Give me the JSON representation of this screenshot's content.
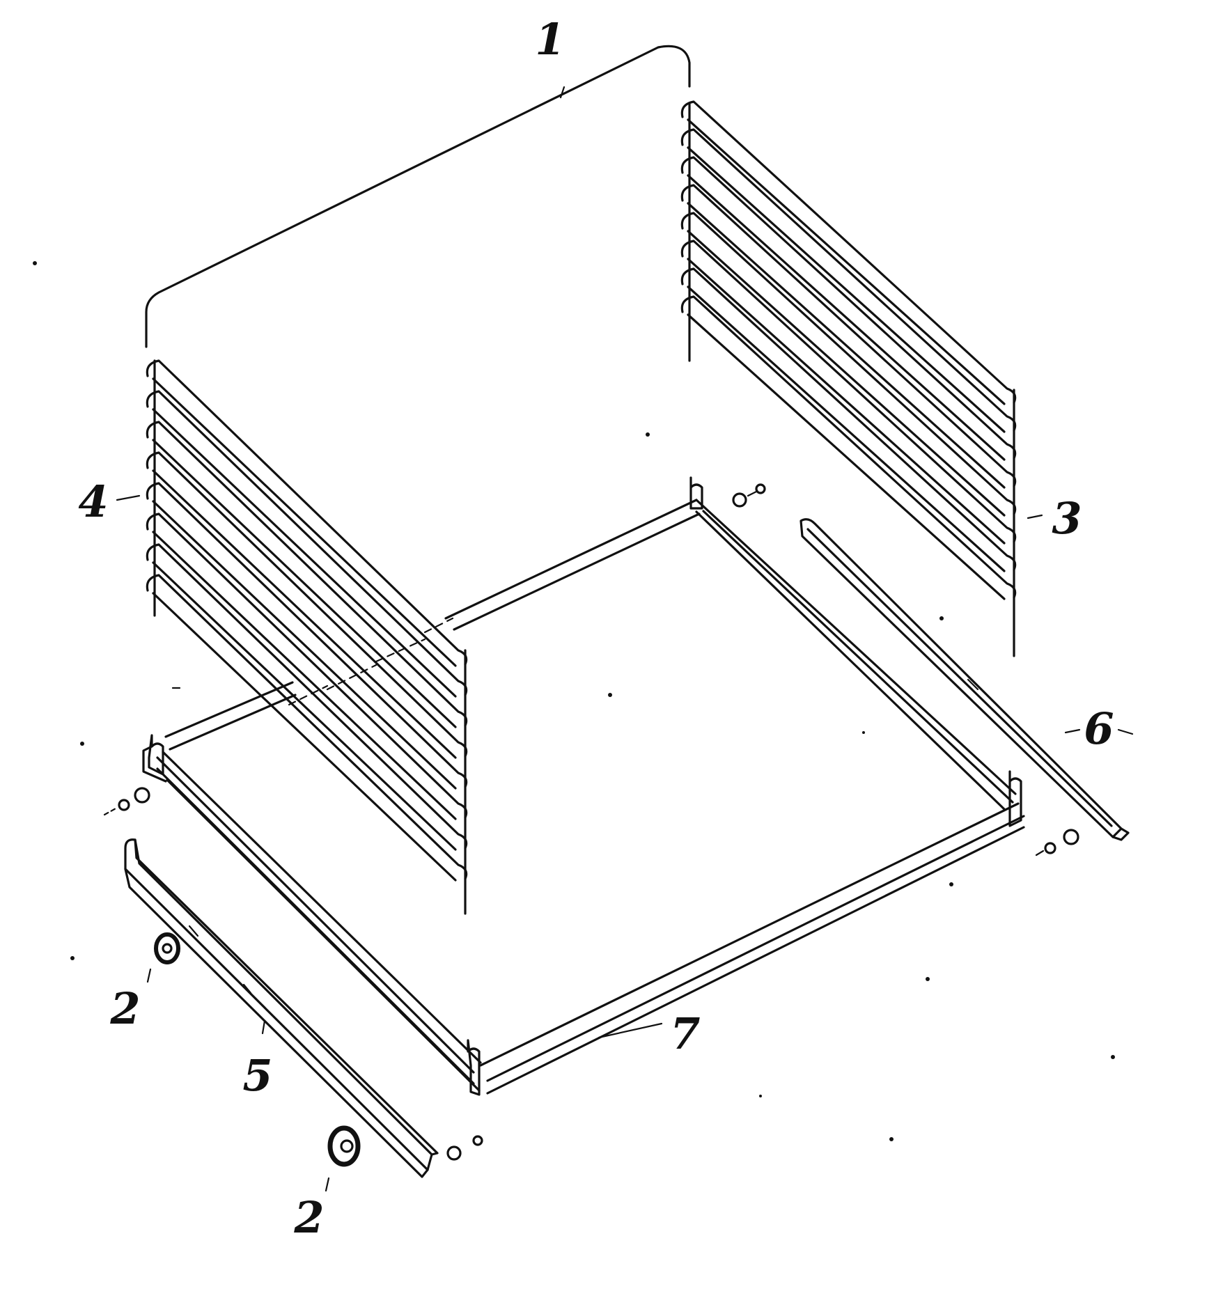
{
  "figure": {
    "labels": {
      "assembly": "1",
      "fastener_a": "2",
      "fastener_b": "2",
      "right_rack": "3",
      "left_rack": "4",
      "left_rail": "5",
      "right_rail": "6",
      "base_frame": "7"
    },
    "rack_rungs": 8
  }
}
